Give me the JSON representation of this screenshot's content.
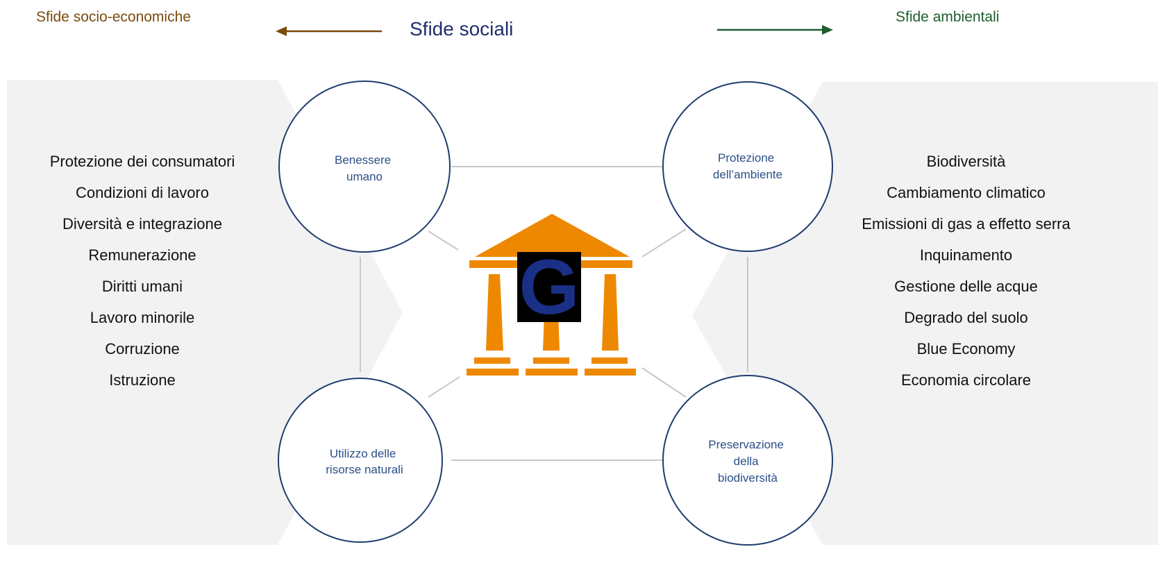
{
  "header": {
    "left_label": "Sfide socio-economiche",
    "center_label": "Sfide sociali",
    "right_label": "Sfide ambientali"
  },
  "circles": {
    "top_left": "Benessere umano",
    "top_right": "Protezione dell’ambiente",
    "bottom_left": "Utilizzo delle risorse naturali",
    "bottom_right": "Preservazione della biodiversità"
  },
  "center_icon": {
    "name": "governance-temple-icon",
    "letter": "G"
  },
  "left_list": [
    "Protezione dei consumatori",
    "Condizioni di lavoro",
    "Diversità e integrazione",
    "Remunerazione",
    "Diritti umani",
    "Lavoro minorile",
    "Corruzione",
    "Istruzione"
  ],
  "right_list": [
    "Biodiversità",
    "Cambiamento climatico",
    "Emissioni di gas a effetto serra",
    "Inquinamento",
    "Gestione delle acque",
    "Degrado del suolo",
    "Blue Economy",
    "Economia circolare"
  ],
  "colors": {
    "socio_economic": "#7a4a0e",
    "social": "#1f2f6b",
    "environmental": "#1e5e2e",
    "circle_stroke": "#1f3c6e",
    "circle_text": "#2b4f87",
    "temple": "#ee8800",
    "panel": "#f2f2f2",
    "connector": "#c8c8c8"
  }
}
